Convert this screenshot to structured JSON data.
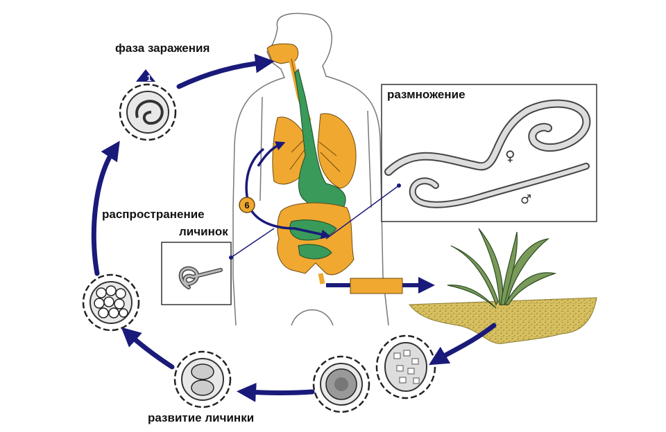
{
  "labels": {
    "infection_phase": "фаза заражения",
    "reproduction": "размножение",
    "larva_spread_line1": "распространение",
    "larva_spread_line2": "личинок",
    "larva_development": "развитие личинки"
  },
  "markers": {
    "step1": "1",
    "step6": "6"
  },
  "symbols": {
    "female": "♀",
    "male": "♂"
  },
  "colors": {
    "arrow": "#1a1a7a",
    "organ_orange": "#f0a830",
    "organ_green": "#3a9a5a",
    "soil": "#d8c060",
    "grass": "#5a7a40"
  }
}
